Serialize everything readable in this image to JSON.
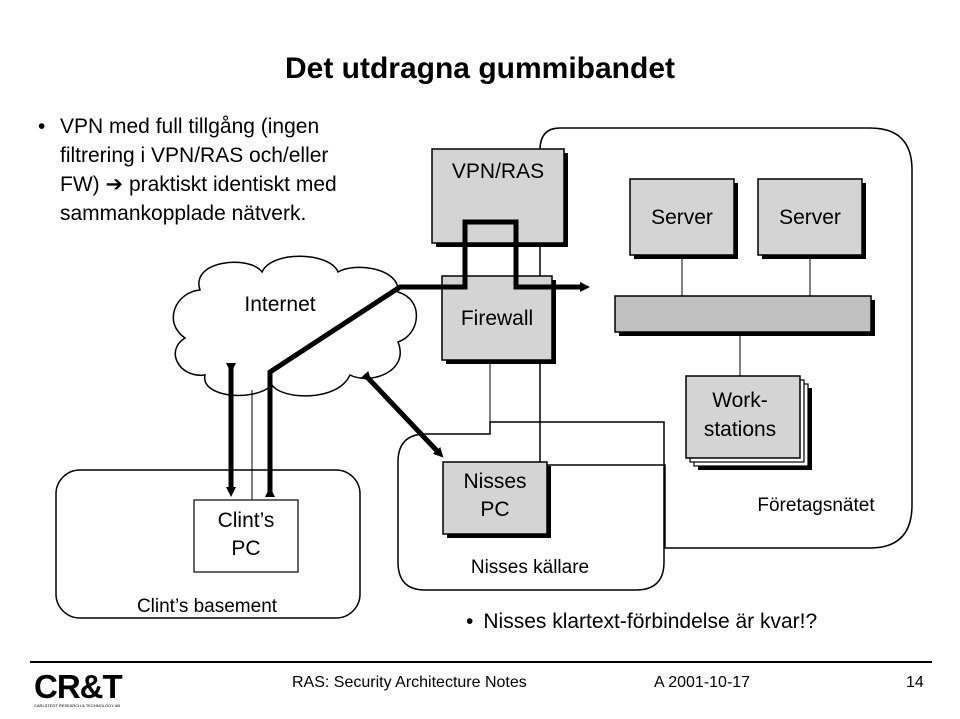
{
  "slide": {
    "title": "Det utdragna gummibandet",
    "bullet": {
      "line1": "VPN med full tillgång (ingen",
      "line2": "filtrering i VPN/RAS och/eller",
      "line3_pre": "FW)",
      "line3_arrow": "➔",
      "line3_post": "praktiskt identiskt med",
      "line4": "sammankopplade nätverk."
    },
    "bottom_note": "Nisses klartext-förbindelse är kvar!?"
  },
  "diagram": {
    "vpn_ras": "VPN/RAS",
    "server1": "Server",
    "server2": "Server",
    "internet": "Internet",
    "firewall": "Firewall",
    "workstations_line1": "Work-",
    "workstations_line2": "stations",
    "foretagsnatet": "Företagsnätet",
    "nisses_pc_line1": "Nisses",
    "nisses_pc_line2": "PC",
    "nisses_kallare": "Nisses källare",
    "clints_pc_line1": "Clint’s",
    "clints_pc_line2": "PC",
    "clints_basement": "Clint’s basement"
  },
  "footer": {
    "logo_text": "CR&T",
    "logo_subtext": "CARLSTEDT RESEARCH & TECHNOLOGY AB",
    "doc_title": "RAS: Security Architecture Notes",
    "version_date": "A 2001-10-17",
    "page": "14"
  },
  "colors": {
    "box_fill": "#d4d4d4",
    "bar_fill": "#c0c0c0",
    "line": "#000000"
  }
}
